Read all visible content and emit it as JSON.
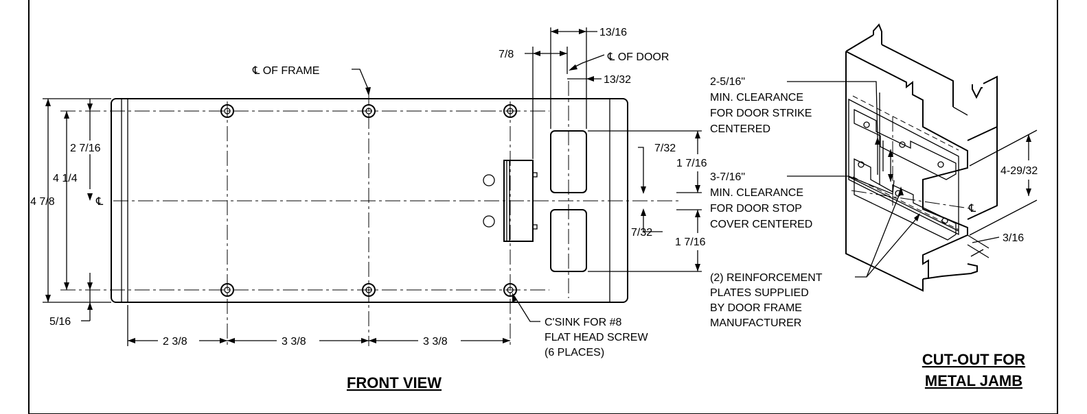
{
  "front_view": {
    "title": "FRONT VIEW",
    "labels": {
      "cl_frame": "℄ OF FRAME",
      "cl_door": "℄ OF DOOR",
      "cl_symbol": "℄",
      "d_13_16": "13/16",
      "d_7_8": "7/8",
      "d_13_32": "13/32",
      "d_2_7_16": "2 7/16",
      "d_4_1_4": "4 1/4",
      "d_4_7_8": "4 7/8",
      "d_5_16": "5/16",
      "d_7_32_top": "7/32",
      "d_7_32_bot": "7/32",
      "d_1_7_16_top": "1 7/16",
      "d_1_7_16_bot": "1 7/16",
      "d_2_3_8": "2 3/8",
      "d_3_3_8_a": "3 3/8",
      "d_3_3_8_b": "3 3/8",
      "csink_1": "C'SINK FOR #8",
      "csink_2": "FLAT HEAD SCREW",
      "csink_3": "(6 PLACES)"
    }
  },
  "metal_jamb": {
    "title_1": "CUT-OUT FOR",
    "title_2": "METAL JAMB",
    "labels": {
      "strike_1": "2-5/16\"",
      "strike_2": "MIN. CLEARANCE",
      "strike_3": "FOR DOOR STRIKE",
      "strike_4": "CENTERED",
      "stop_1": "3-7/16\"",
      "stop_2": "MIN. CLEARANCE",
      "stop_3": "FOR DOOR STOP",
      "stop_4": "COVER CENTERED",
      "reinf_1": "(2) REINFORCEMENT",
      "reinf_2": "PLATES SUPPLIED",
      "reinf_3": "BY DOOR FRAME",
      "reinf_4": "MANUFACTURER",
      "d_4_29_32": "4-29/32",
      "d_3_16": "3/16",
      "cl_symbol": "℄"
    }
  }
}
